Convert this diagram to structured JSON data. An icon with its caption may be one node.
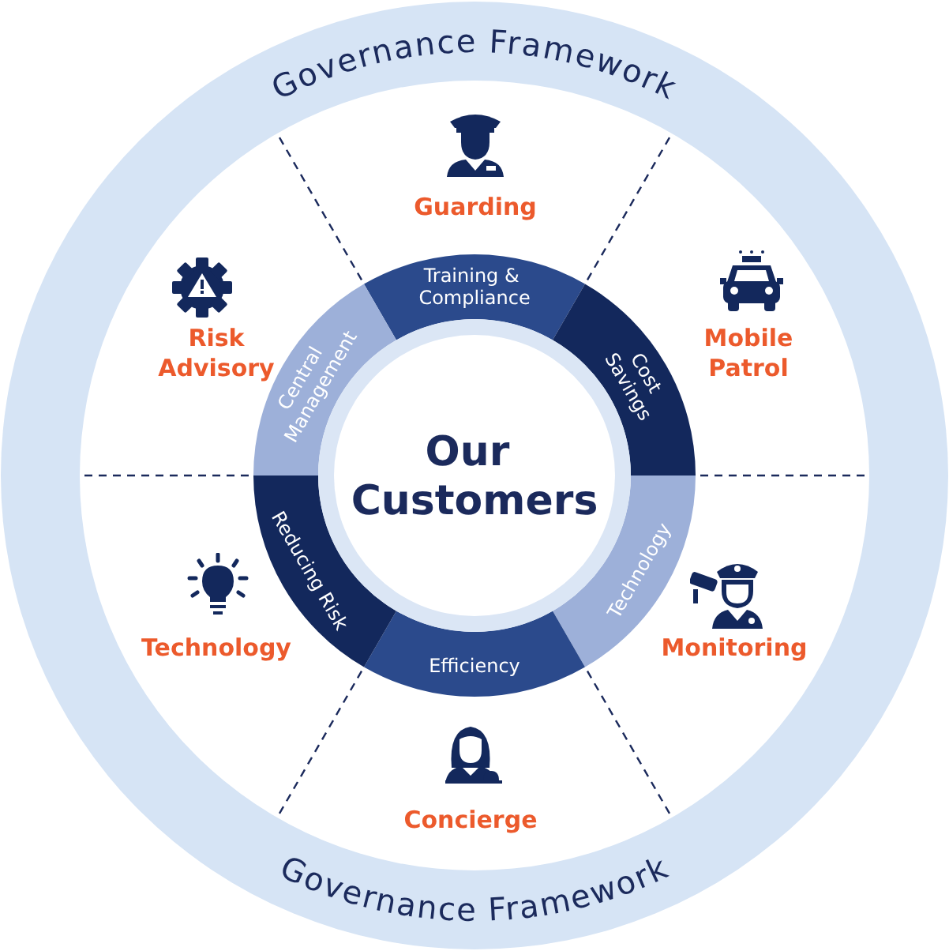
{
  "diagram": {
    "nodes": [
      {
        "text": [
          "Governance Framework",
          "Governance Framework"
        ]
      },
      {
        "text": [
          "Our Customers"
        ],
        "in": 0
      },
      {
        "text": [
          "Training & Compliance"
        ],
        "in": 0
      },
      {
        "text": [
          "Cost Savings"
        ],
        "in": 0
      },
      {
        "text": [
          "Technology"
        ],
        "in": 0
      },
      {
        "text": [
          "Efficiency"
        ],
        "in": 0
      },
      {
        "text": [
          "Reducing Risk"
        ],
        "in": 0
      },
      {
        "text": [
          "Central Management"
        ],
        "in": 0
      }
    ],
    "labels": [
      "Guarding",
      "Risk Advisory",
      "Mobile Patrol",
      "Technology",
      "Monitoring",
      "Concierge"
    ]
  }
}
